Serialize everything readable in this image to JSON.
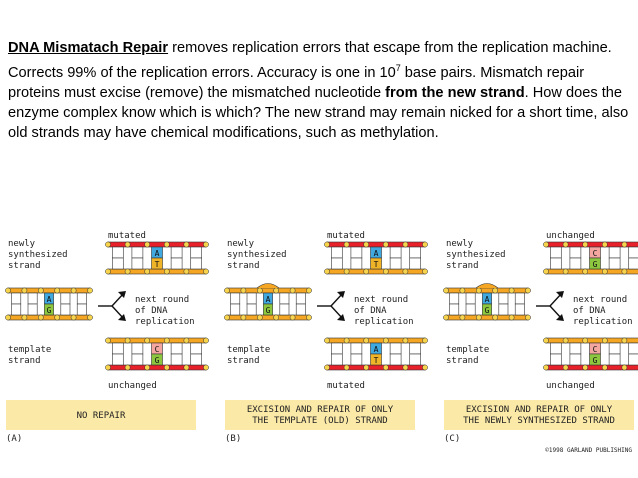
{
  "paragraph": {
    "lead": "DNA Mismatach Repair",
    "p1": " removes replication errors that escape from the replication machine. Corrects 99% of the replication errors.  Accuracy is one in 10",
    "exp": "7",
    "p2": " base pairs.  Mismatch repair proteins must excise (remove) the mismatched nucleotide ",
    "strong": "from the new strand",
    "p3": ".  How does the enzyme complex know which is which?  The new strand may remain nicked for a short time, also old strands may have chemical modifications, such as methylation."
  },
  "colors": {
    "new_strand": "#f5a623",
    "template_strand": "#f5a623",
    "daughter_red": "#e8202a",
    "base_A": "#3fa9e0",
    "base_T": "#f0b429",
    "base_G": "#8dc63f",
    "base_C": "#f4a6a0",
    "caption_box": "#fbe9a8",
    "node": "#f7d44c"
  },
  "panels": [
    {
      "newly": [
        "newly",
        "synthesized",
        "strand"
      ],
      "template": [
        "template",
        "strand"
      ],
      "top_label": "mutated",
      "bottom_label": "unchanged",
      "middle": [
        "next round",
        "of DNA",
        "replication"
      ],
      "caption": [
        "NO REPAIR"
      ],
      "letter": "(A)",
      "new_base": "A",
      "template_base": "G",
      "top_pair": [
        "A",
        "T"
      ],
      "bottom_pair": [
        "C",
        "G"
      ],
      "bulge": false
    },
    {
      "newly": [
        "newly",
        "synthesized",
        "strand"
      ],
      "template": [
        "template",
        "strand"
      ],
      "top_label": "mutated",
      "bottom_label": "mutated",
      "middle": [
        "next round",
        "of DNA",
        "replication"
      ],
      "caption": [
        "EXCISION AND REPAIR OF ONLY",
        "THE TEMPLATE (OLD) STRAND"
      ],
      "letter": "(B)",
      "new_base": "A",
      "template_base": "G",
      "top_pair": [
        "A",
        "T"
      ],
      "bottom_pair": [
        "A",
        "T"
      ],
      "bulge": true
    },
    {
      "newly": [
        "newly",
        "synthesized",
        "strand"
      ],
      "template": [
        "template",
        "strand"
      ],
      "top_label": "unchanged",
      "bottom_label": "unchanged",
      "middle": [
        "next round",
        "of DNA",
        "replication"
      ],
      "caption": [
        "EXCISION AND REPAIR OF ONLY",
        "THE NEWLY SYNTHESIZED STRAND"
      ],
      "letter": "(C)",
      "new_base": "A",
      "template_base": "G",
      "top_pair": [
        "C",
        "G"
      ],
      "bottom_pair": [
        "C",
        "G"
      ],
      "bulge": true
    }
  ],
  "copyright": "©1998 GARLAND PUBLISHING"
}
